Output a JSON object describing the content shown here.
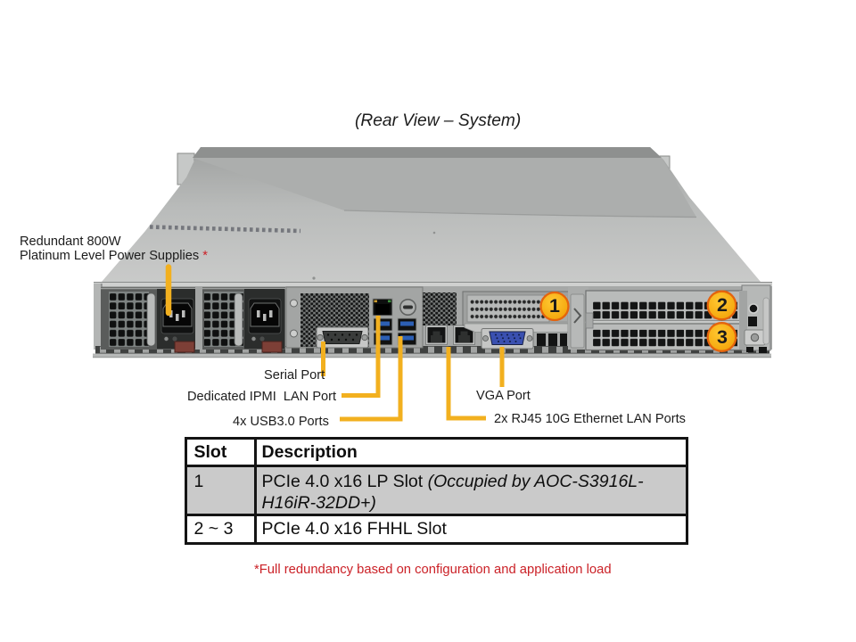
{
  "title": "(Rear View – System)",
  "callouts": {
    "power_supplies_line1": "Redundant 800W",
    "power_supplies_line2": "Platinum Level Power Supplies",
    "power_supplies_asterisk": "*",
    "serial": "Serial Port",
    "ipmi": "Dedicated IPMI  LAN Port",
    "usb": "4x USB3.0 Ports",
    "vga": "VGA Port",
    "lan": "2x RJ45 10G Ethernet LAN Ports"
  },
  "slot_markers": [
    "1",
    "2",
    "3"
  ],
  "table": {
    "headers": [
      "Slot",
      "Description"
    ],
    "rows": [
      {
        "slot": "1",
        "desc_plain": "PCIe 4.0 x16 LP Slot ",
        "desc_italic": "(Occupied by AOC-S3916L-H16iR-32DD+)"
      },
      {
        "slot": "2 ~ 3",
        "desc_plain": "PCIe 4.0 x16 FHHL Slot",
        "desc_italic": ""
      }
    ]
  },
  "footnote": "*Full redundancy based on configuration and application load",
  "colors": {
    "callout_line": "#f2b01f",
    "marker_fill": "#f6ad13",
    "marker_rim": "#e0560e",
    "footnote_red": "#cb2127",
    "asterisk_red": "#cc1f26",
    "table_row1_bg": "#cacaca",
    "chassis_gray": "#c0c2c1"
  }
}
